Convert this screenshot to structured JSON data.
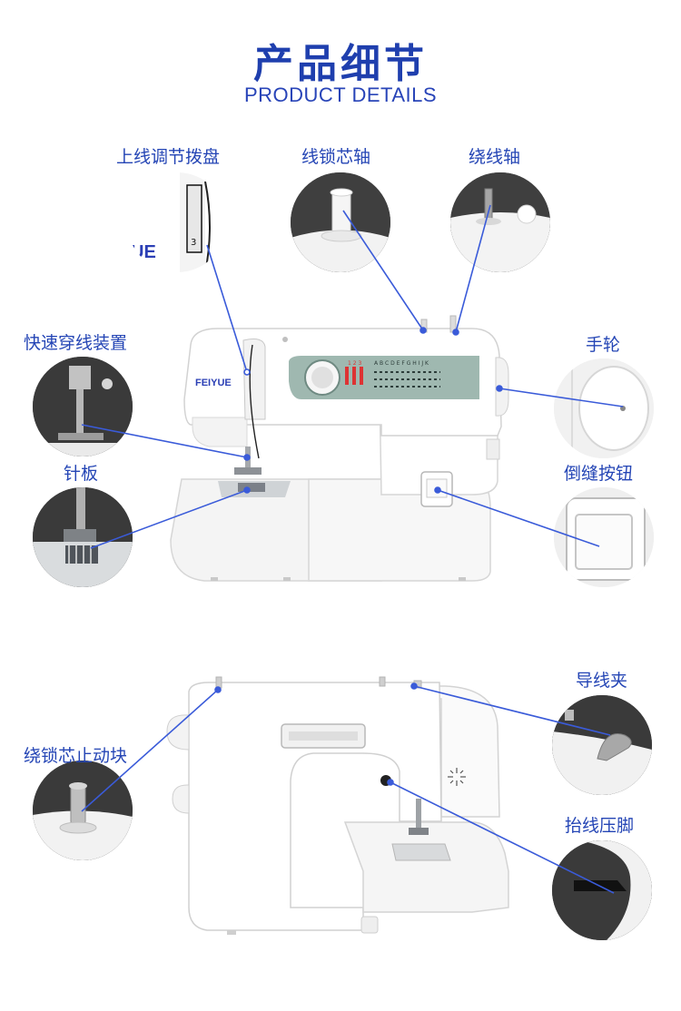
{
  "header": {
    "title_cn": "产品细节",
    "title_en": "PRODUCT DETAILS"
  },
  "brand": "FEIYUE",
  "brand_partial": "UE",
  "dial_digit": "3",
  "panel": {
    "numbers": "1  2  3",
    "letters": "A  B  C  D  E  F  G  H  I  J  K"
  },
  "labels": {
    "upper_tension_dial": "上线调节拨盘",
    "bobbin_spindle": "线锁芯轴",
    "winder_shaft": "绕线轴",
    "quick_threader": "快速穿线装置",
    "handwheel": "手轮",
    "needle_plate": "针板",
    "reverse_button": "倒缝按钮",
    "thread_guide": "导线夹",
    "bobbin_stopper": "绕锁芯止动块",
    "presser_lifter": "抬线压脚"
  },
  "colors": {
    "accent": "#1f3fae",
    "line": "#3a5bd9",
    "panel": "#9fb8b0"
  }
}
